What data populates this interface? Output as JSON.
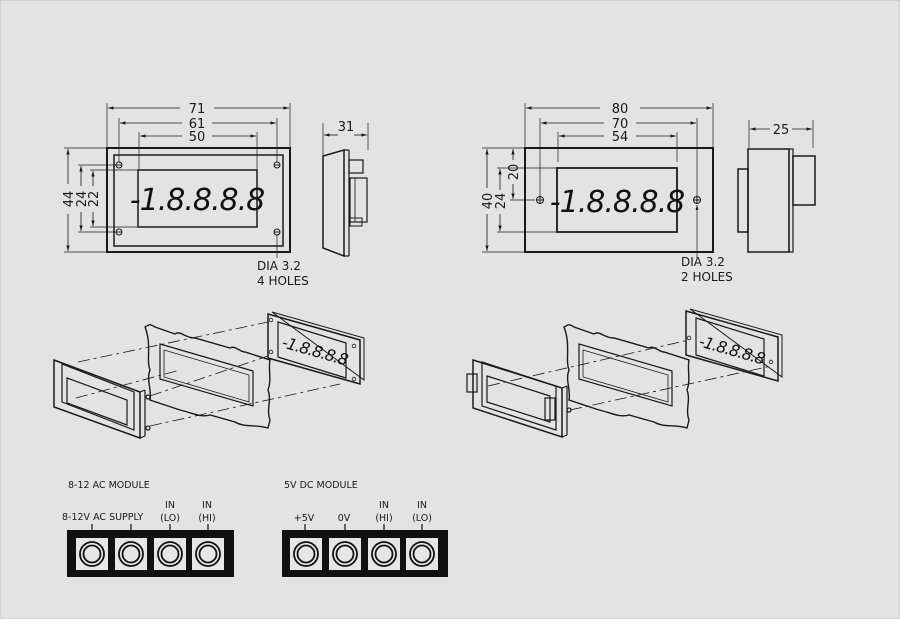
{
  "page": {
    "background": "#e3e3e3",
    "line_color": "#1a1a1a"
  },
  "left_meter": {
    "display_text": "-1.8.8.8.8",
    "dims": {
      "overall_width": "71",
      "hole_pitch_width": "61",
      "cutout_width": "50",
      "overall_height": "44",
      "hole_pitch_height": "24",
      "cutout_height": "22",
      "depth": "31"
    },
    "hole_note": {
      "line1": "DIA 3.2",
      "line2": "4 HOLES"
    }
  },
  "right_meter": {
    "display_text": "-1.8.8.8.8",
    "dims": {
      "overall_width": "80",
      "hole_pitch_width": "70",
      "cutout_width": "54",
      "overall_height": "40",
      "inner_height": "24",
      "half_height": "20",
      "depth": "25"
    },
    "hole_note": {
      "line1": "DIA 3.2",
      "line2": "2 HOLES"
    }
  },
  "exploded": {
    "left_display": "-1.8.8.8.8",
    "right_display": "-1.8.8.8.8"
  },
  "ac_module": {
    "title": "8-12 AC MODULE",
    "supply_label": "8-12V AC SUPPLY",
    "terminals": [
      {
        "label_top": "",
        "label_bottom": ""
      },
      {
        "label_top": "",
        "label_bottom": ""
      },
      {
        "label_top": "IN",
        "label_bottom": "(LO)"
      },
      {
        "label_top": "IN",
        "label_bottom": "(HI)"
      }
    ]
  },
  "dc_module": {
    "title": "5V DC MODULE",
    "terminals": [
      {
        "label_top": "",
        "label_bottom": "+5V"
      },
      {
        "label_top": "",
        "label_bottom": "0V"
      },
      {
        "label_top": "IN",
        "label_bottom": "(HI)"
      },
      {
        "label_top": "IN",
        "label_bottom": "(LO)"
      }
    ]
  }
}
